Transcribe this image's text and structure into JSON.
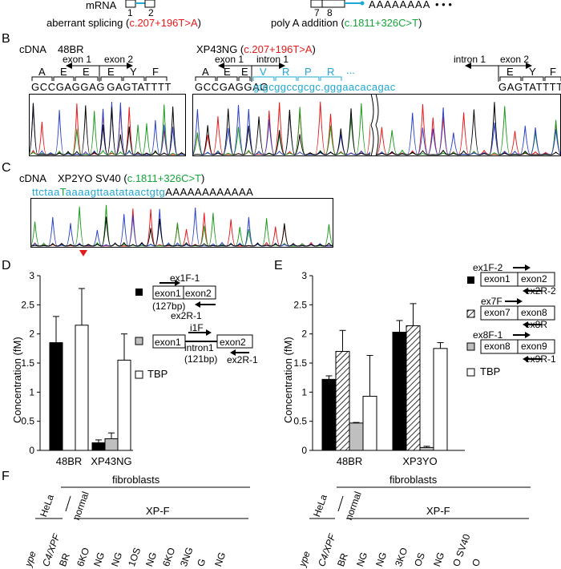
{
  "panel_a": {
    "mrna_label": "mRNA",
    "exon_nums_left": [
      "1",
      "2"
    ],
    "exon_nums_right": [
      "7",
      "8"
    ],
    "poly_a": "AAAAAAAA",
    "ellipsis": "• • •",
    "aberrant_label": "aberrant splicing (",
    "aberrant_mut": "c.207+196T>A",
    "close_paren": ")",
    "polya_label": "poly A addition (",
    "polya_mut": "c.1811+326C>T"
  },
  "panel_b": {
    "letter": "B",
    "cdna": "cDNA",
    "cell_48br": "48BR",
    "cell_xp43ng": "XP43NG (",
    "xp43ng_mut": "c.207+196T>A",
    "close_paren": ")",
    "exon1": "exon 1",
    "exon2": "exon 2",
    "intron1": "intron 1",
    "aa_left": [
      "A",
      "E",
      "E",
      "E",
      "Y",
      "F"
    ],
    "seq_left": "GCCGAGGAG GAGTATTTT",
    "aa_right_black": [
      "A",
      "E",
      "E"
    ],
    "aa_right_blue": [
      "V",
      "R",
      "P",
      "R",
      "..."
    ],
    "aa_right_end": [
      "E",
      "Y",
      "F"
    ],
    "seq_right_black1": "GCCGAGGAG",
    "seq_right_blue": "gtgcggccgcgc.gggaacacagac",
    "seq_right_black2": "GAGTATTTT"
  },
  "panel_c": {
    "letter": "C",
    "cdna": "cDNA",
    "cell": "XP2YO SV40 (",
    "mut": "c.1811+326C>T",
    "close_paren": ")",
    "seq_blue1": "ttctaa",
    "seq_green": "T",
    "seq_blue2": "aaaagttaatataactgtg",
    "seq_black": "AAAAAAAAAAAA"
  },
  "panel_d": {
    "letter": "D",
    "ylabel": "Concentration (fM)",
    "yticks": [
      "0",
      "0.5",
      "1",
      "1.5",
      "2",
      "2.5",
      "3"
    ],
    "groups": [
      "48BR",
      "XP43NG"
    ],
    "legend": {
      "primer_fwd1": "ex1F-1",
      "exon1": "exon1",
      "exon2": "exon2",
      "size1": "(127bp)",
      "primer_rev1": "ex2R-1",
      "primer_i1f": "i1F",
      "intron1": "intron1",
      "size2": "(121bp)",
      "tbp": "TBP"
    }
  },
  "panel_e": {
    "letter": "E",
    "ylabel": "Concentration (fM)",
    "yticks": [
      "0",
      "0.5",
      "1",
      "1.5",
      "2",
      "2.5",
      "3"
    ],
    "groups": [
      "48BR",
      "XP3YO"
    ],
    "legend": {
      "p1f": "ex1F-2",
      "p1r": "ex2R-2",
      "e1": "exon1",
      "e2": "exon2",
      "p2f": "ex7F",
      "p2r": "ex8R",
      "e7": "exon7",
      "e8": "exon8",
      "p3f": "ex8F-1",
      "p3r": "ex9R-1",
      "e8b": "exon8",
      "e9": "exon9",
      "tbp": "TBP"
    }
  },
  "panel_f": {
    "letter": "F",
    "fibroblasts": "fibroblasts",
    "hela": "HeLa",
    "normal": "normal",
    "xpf": "XP-F",
    "left_partial": [
      "ype",
      "C4/XPF",
      "BR",
      "6KO",
      "NG",
      "NG",
      "1OS",
      "NG",
      "6KO",
      "3NG",
      "G",
      "NG"
    ],
    "right_partial": [
      "ype",
      "C4/XPF",
      "BR",
      "NG",
      "NG",
      "3KO",
      "OS",
      "NG",
      "O SV40",
      "O"
    ]
  },
  "chart_data": [
    {
      "type": "bar",
      "panel": "D",
      "ylabel": "Concentration (fM)",
      "ylim": [
        0,
        3
      ],
      "categories": [
        "48BR",
        "XP43NG"
      ],
      "series": [
        {
          "name": "exon1-exon2 (127bp)",
          "fill": "#000000",
          "values": [
            1.85,
            0.13
          ],
          "errors": [
            0.45,
            0.05
          ]
        },
        {
          "name": "exon1-intron1-exon2 (121bp)",
          "fill": "#bfbfbf",
          "values": [
            0.0,
            0.2
          ],
          "errors": [
            0.0,
            0.1
          ]
        },
        {
          "name": "TBP",
          "fill": "#ffffff",
          "values": [
            2.15,
            1.55
          ],
          "errors": [
            0.63,
            0.45
          ]
        }
      ]
    },
    {
      "type": "bar",
      "panel": "E",
      "ylabel": "Concentration (fM)",
      "ylim": [
        0,
        3
      ],
      "categories": [
        "48BR",
        "XP3YO"
      ],
      "series": [
        {
          "name": "exon1-exon2",
          "fill": "#000000",
          "values": [
            1.22,
            2.03
          ],
          "errors": [
            0.06,
            0.2
          ]
        },
        {
          "name": "exon7-exon8",
          "fill": "hatch",
          "values": [
            1.7,
            2.14
          ],
          "errors": [
            0.36,
            0.38
          ]
        },
        {
          "name": "exon8-exon9",
          "fill": "#bfbfbf",
          "values": [
            0.47,
            0.05
          ],
          "errors": [
            0.01,
            0.02
          ]
        },
        {
          "name": "TBP",
          "fill": "#ffffff",
          "values": [
            0.93,
            1.75
          ],
          "errors": [
            0.7,
            0.1
          ]
        }
      ]
    }
  ]
}
